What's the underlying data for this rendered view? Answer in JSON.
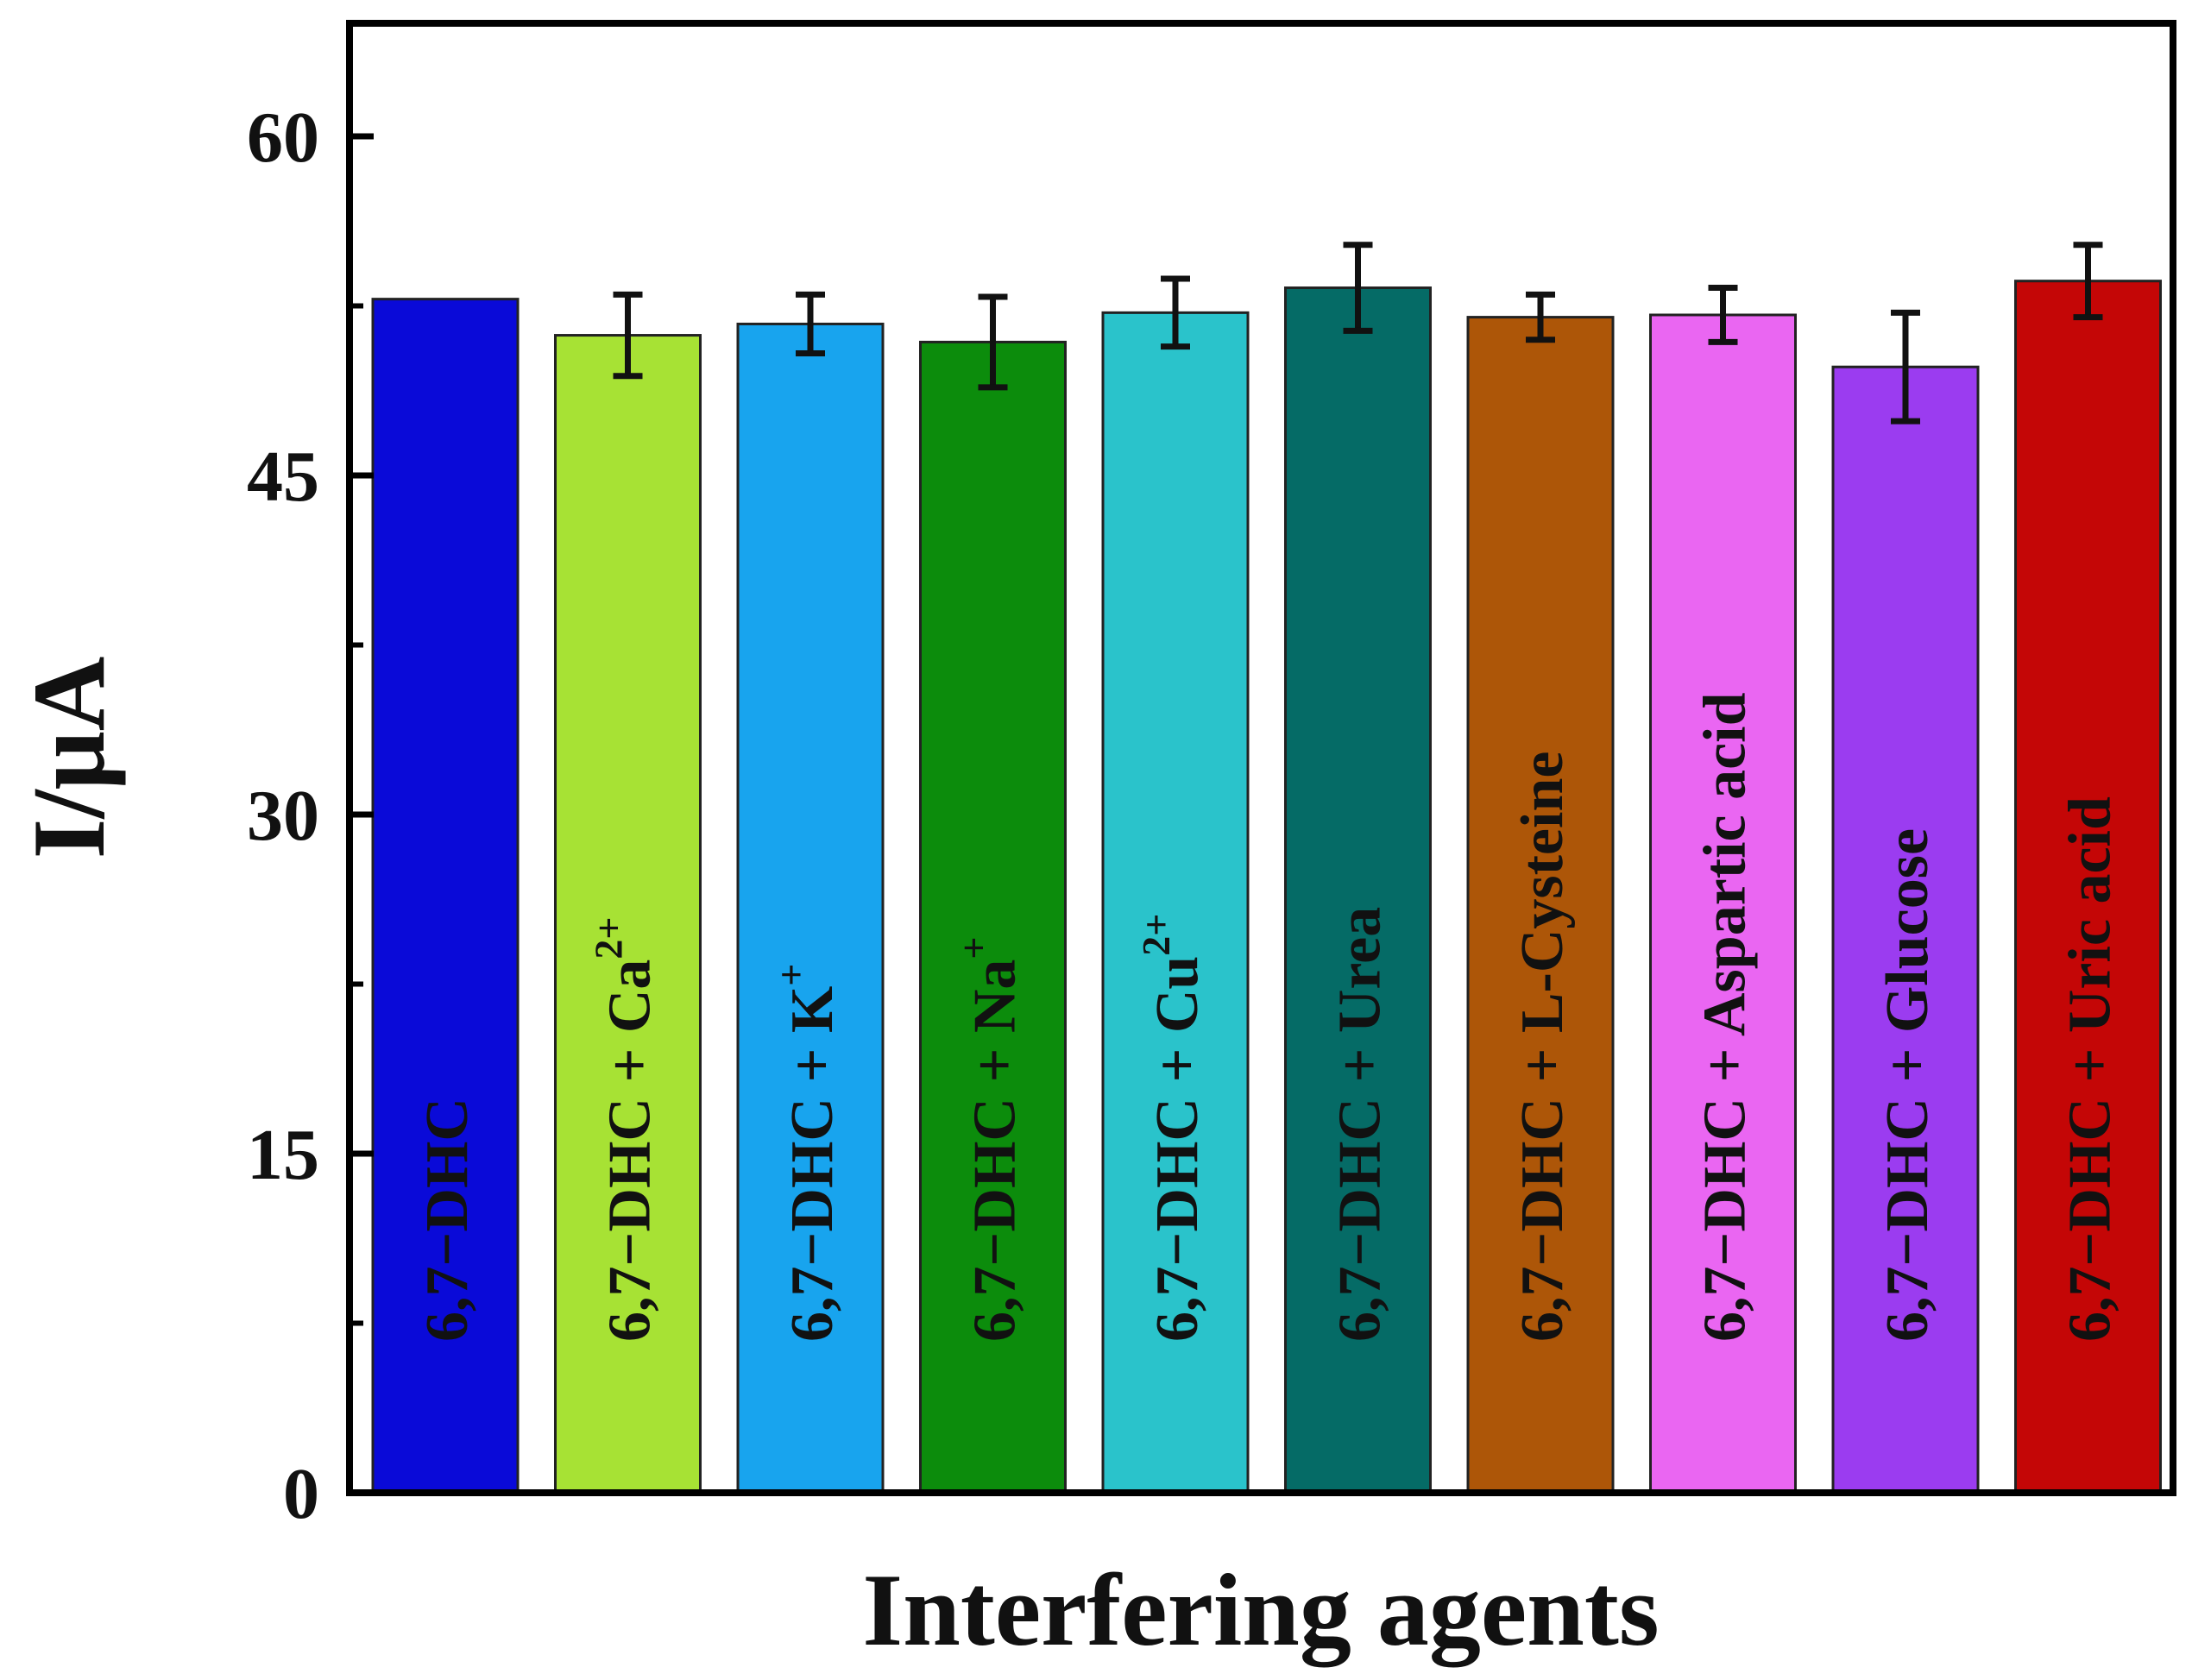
{
  "chart_data": {
    "type": "bar",
    "title": "",
    "xlabel": "Interfering agents",
    "ylabel": "I/μA",
    "ylim": [
      0,
      65
    ],
    "yticks": [
      0,
      15,
      30,
      45,
      60
    ],
    "grid": false,
    "legend": "none",
    "categories": [
      {
        "text": "6,7−DHC",
        "sup": ""
      },
      {
        "text": "6,7−DHC + Ca",
        "sup": "2+"
      },
      {
        "text": "6,7−DHC + K",
        "sup": "+"
      },
      {
        "text": "6,7−DHC + Na",
        "sup": "+"
      },
      {
        "text": "6,7−DHC + Cu",
        "sup": "2+"
      },
      {
        "text": "6,7−DHC + Urea",
        "sup": ""
      },
      {
        "text": "6,7−DHC + L-Cysteine",
        "sup": ""
      },
      {
        "text": "6,7−DHC + Aspartic acid",
        "sup": ""
      },
      {
        "text": "6,7−DHC + Glucose",
        "sup": ""
      },
      {
        "text": "6,7−DHC + Uric acid",
        "sup": ""
      }
    ],
    "values": [
      52.8,
      51.2,
      51.7,
      50.9,
      52.2,
      53.3,
      52.0,
      52.1,
      49.8,
      53.6
    ],
    "errors": [
      0,
      1.8,
      1.3,
      2.0,
      1.5,
      1.9,
      1.0,
      1.2,
      2.4,
      1.6
    ],
    "colors": [
      "#0a0ad8",
      "#a7e234",
      "#18a4ee",
      "#0c8c0c",
      "#2ac3cb",
      "#056b66",
      "#ad5608",
      "#ea66f2",
      "#9b3cf0",
      "#c40606"
    ]
  }
}
